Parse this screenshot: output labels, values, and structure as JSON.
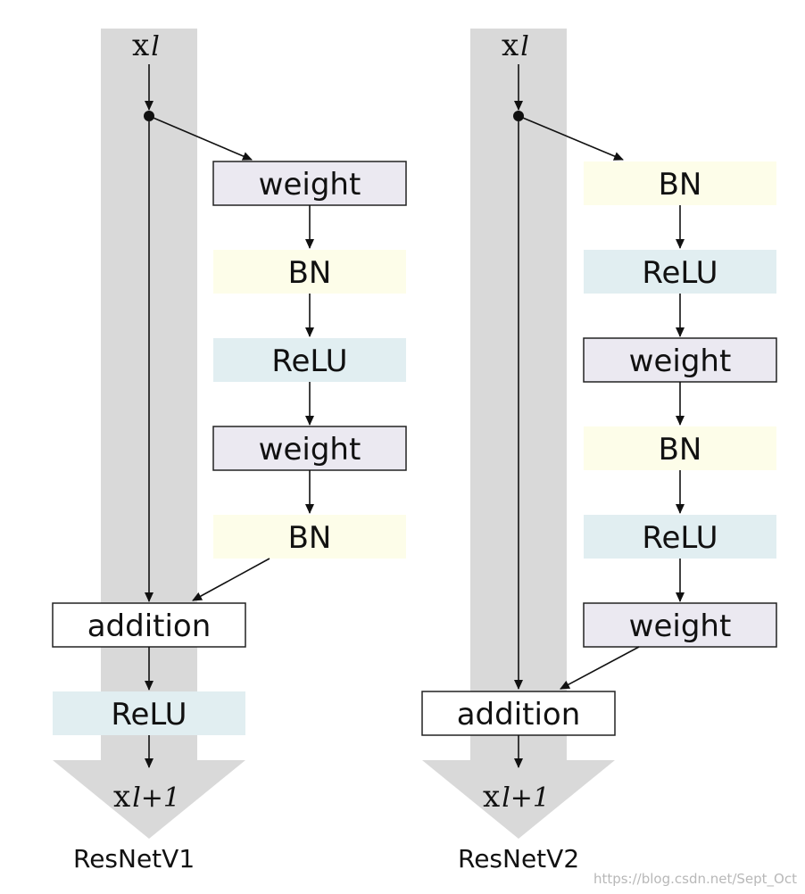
{
  "colors": {
    "weight_fill": "#ebe9f1",
    "bn_fill": "#fdfde9",
    "relu_fill": "#e1eef1",
    "addition_fill": "#ffffff",
    "stroke": "#222222",
    "trunk": "#d9d9d9"
  },
  "resnet_v1": {
    "caption": "ResNetV1",
    "input": {
      "x": "x",
      "sub": "l"
    },
    "output": {
      "x": "x",
      "sub": "l+1"
    },
    "blocks": [
      {
        "label": "weight",
        "kind": "weight"
      },
      {
        "label": "BN",
        "kind": "bn"
      },
      {
        "label": "ReLU",
        "kind": "relu"
      },
      {
        "label": "weight",
        "kind": "weight"
      },
      {
        "label": "BN",
        "kind": "bn"
      }
    ],
    "addition_label": "addition",
    "post_relu_label": "ReLU"
  },
  "resnet_v2": {
    "caption": "ResNetV2",
    "input": {
      "x": "x",
      "sub": "l"
    },
    "output": {
      "x": "x",
      "sub": "l+1"
    },
    "blocks": [
      {
        "label": "BN",
        "kind": "bn"
      },
      {
        "label": "ReLU",
        "kind": "relu"
      },
      {
        "label": "weight",
        "kind": "weight"
      },
      {
        "label": "BN",
        "kind": "bn"
      },
      {
        "label": "ReLU",
        "kind": "relu"
      },
      {
        "label": "weight",
        "kind": "weight"
      }
    ],
    "addition_label": "addition"
  },
  "watermark": "https://blog.csdn.net/Sept_Oct"
}
